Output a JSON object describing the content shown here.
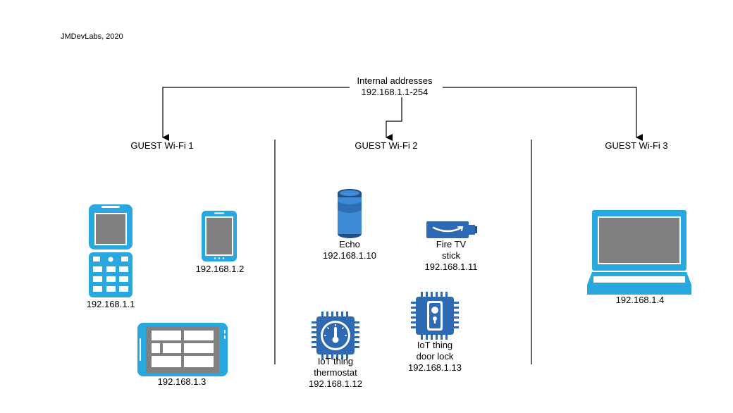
{
  "credit": "JMDevLabs, 2020",
  "internal": {
    "title": "Internal addresses",
    "range": "192.168.1.1-254"
  },
  "zones": [
    {
      "label": "GUEST Wi-Fi 1"
    },
    {
      "label": "GUEST Wi-Fi 2"
    },
    {
      "label": "GUEST Wi-Fi 3"
    }
  ],
  "devices": {
    "phone": {
      "icon": "flip-phone-icon",
      "ip": "192.168.1.1"
    },
    "tablet": {
      "icon": "tablet-icon",
      "ip": "192.168.1.2"
    },
    "landscape_tablet": {
      "icon": "landscape-tablet-icon",
      "ip": "192.168.1.3"
    },
    "echo": {
      "icon": "echo-speaker-icon",
      "name": "Echo",
      "ip": "192.168.1.10"
    },
    "firetv": {
      "icon": "fire-tv-stick-icon",
      "name_line1": "Fire TV",
      "name_line2": "stick",
      "ip": "192.168.1.11"
    },
    "thermostat": {
      "icon": "thermostat-chip-icon",
      "name_line1": "IoT thing",
      "name_line2": "thermostat",
      "ip": "192.168.1.12"
    },
    "doorlock": {
      "icon": "door-lock-chip-icon",
      "name_line1": "IoT thing",
      "name_line2": "door lock",
      "ip": "192.168.1.13"
    },
    "laptop": {
      "icon": "laptop-icon",
      "ip": "192.168.1.4"
    }
  },
  "colors": {
    "device_blue": "#29a8e0",
    "screen_gray": "#808080",
    "chip_blue": "#2d6ab3",
    "echo_dark": "#1f4f86",
    "echo_light": "#3f8ad6",
    "line": "#000000"
  }
}
